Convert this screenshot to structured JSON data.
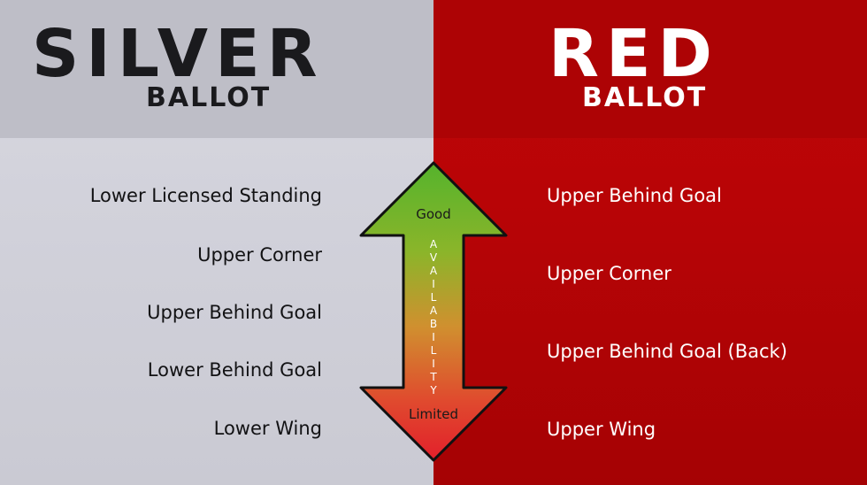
{
  "silver": {
    "title": "SILVER",
    "subtitle": "BALLOT",
    "items": [
      "Lower Licensed Standing",
      "Upper Corner",
      "Upper Behind Goal",
      "Lower Behind Goal",
      "Lower Wing"
    ]
  },
  "red": {
    "title": "RED",
    "subtitle": "BALLOT",
    "items": [
      "Upper Behind Goal",
      "Upper Corner",
      "Upper Behind Goal (Back)",
      "Upper Wing"
    ]
  },
  "arrow": {
    "top_label": "Good",
    "bottom_label": "Limited",
    "letters": [
      "A",
      "V",
      "A",
      "I",
      "L",
      "A",
      "B",
      "I",
      "L",
      "I",
      "T",
      "Y"
    ]
  },
  "colors": {
    "silver_bg": "#d2d2db",
    "silver_header": "#bebec7",
    "red_bg": "#b70406",
    "red_header": "#ad0305",
    "arrow_top": "#55b32c",
    "arrow_bottom": "#e2202b"
  }
}
